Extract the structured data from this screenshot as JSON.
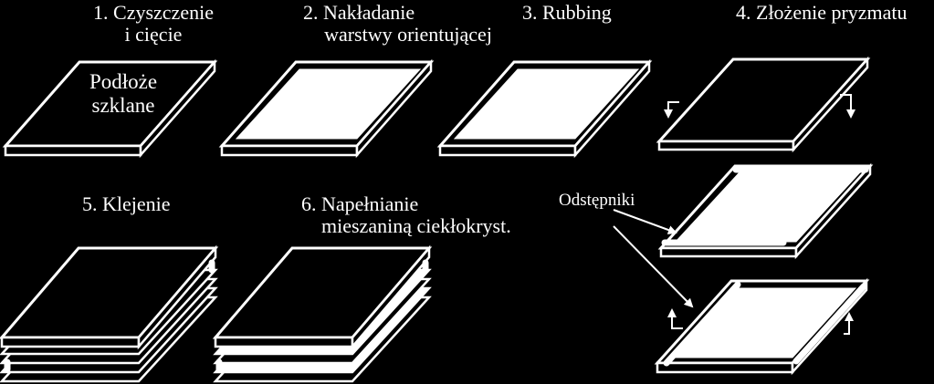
{
  "steps": {
    "s1": {
      "line1": "1. Czyszczenie",
      "line2": "i cięcie"
    },
    "s2": {
      "line1": "2. Nakładanie",
      "line2": "warstwy orientującej"
    },
    "s3": {
      "line1": "3. Rubbing"
    },
    "s4": {
      "line1": "4. Złożenie pryzmatu"
    },
    "s5": {
      "line1": "5. Klejenie"
    },
    "s6": {
      "line1": "6. Napełnianie",
      "line2": "mieszaniną ciekłokryst."
    }
  },
  "substrate_label": {
    "line1": "Podłoże",
    "line2": "szklane"
  },
  "spacers_label": "Odstępniki",
  "colors": {
    "background": "#000000",
    "stroke": "#ffffff",
    "plate_top": "#000000",
    "coating": "#ffffff"
  }
}
